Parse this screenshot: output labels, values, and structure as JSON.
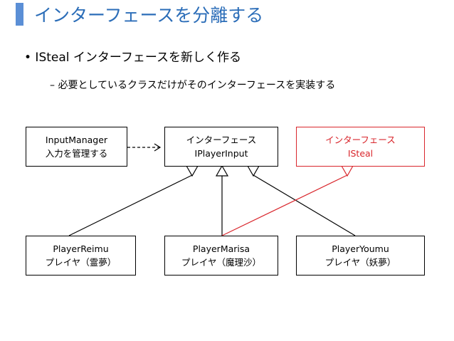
{
  "slide": {
    "title": "インターフェースを分離する",
    "bullet": "• ISteal インターフェースを新しく作る",
    "subbullet": "–  必要としているクラスだけがそのインターフェースを実装する"
  },
  "diagram": {
    "input_manager": {
      "line1": "InputManager",
      "line2": "入力を管理する"
    },
    "iplayer_input": {
      "line1": "インターフェース",
      "line2": "IPlayerInput"
    },
    "isteal": {
      "line1": "インターフェース",
      "line2": "ISteal"
    },
    "player_reimu": {
      "line1": "PlayerReimu",
      "line2": "プレイヤ（霊夢）"
    },
    "player_marisa": {
      "line1": "PlayerMarisa",
      "line2": "プレイヤ（魔理沙）"
    },
    "player_youmu": {
      "line1": "PlayerYoumu",
      "line2": "プレイヤ（妖夢）"
    },
    "colors": {
      "title": "#2b6db8",
      "accent": "#5b8fd6",
      "highlight": "#d9262c",
      "line": "#000000"
    }
  }
}
